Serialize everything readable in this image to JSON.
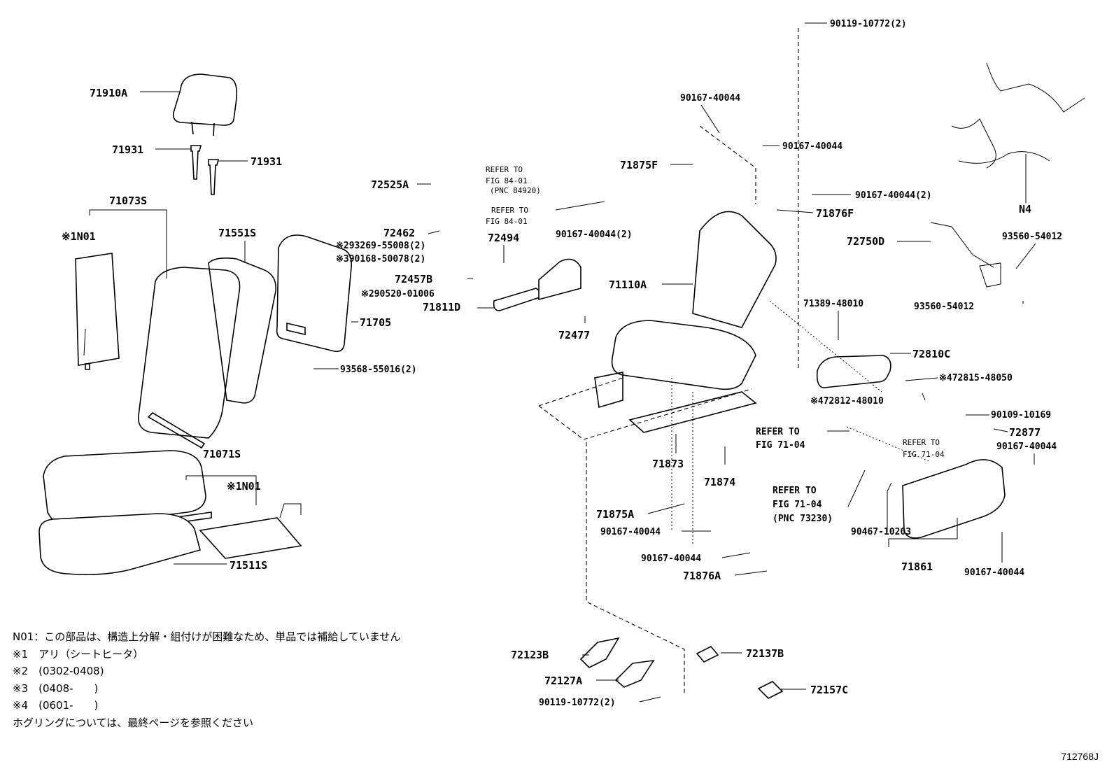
{
  "part_labels": [
    "71910A",
    "71931",
    "71931",
    "71073S",
    "※1N01",
    "71551S",
    "71705",
    "93568-55016(2)",
    "72525A",
    "72462",
    "※293269-55008(2)",
    "※390168-50078(2)",
    "72494",
    "72457B",
    "※290520-01006",
    "71811D",
    "72477",
    "90167-40044(2)",
    "71110A",
    "90167-40044",
    "90167-40044",
    "71875F",
    "90167-40044(2)",
    "71876F",
    "90119-10772(2)",
    "N4",
    "72750D",
    "93560-54012",
    "93560-54012",
    "71389-48010",
    "72810C",
    "※472815-48050",
    "※472812-48010",
    "90109-10169",
    "72877",
    "90167-40044",
    "71873",
    "71874",
    "71875A",
    "90167-40044",
    "90167-40044",
    "71876A",
    "90467-10203",
    "71861",
    "90167-40044",
    "71071S",
    "※1N01",
    "71511S",
    "72123B",
    "72127A",
    "90119-10772(2)",
    "72137B",
    "72157C"
  ],
  "refer_labels": [
    [
      "REFER TO",
      "FIG 84-01",
      "(PNC 84920)"
    ],
    [
      "REFER TO",
      "FIG 84-01"
    ],
    [
      "REFER TO",
      "FIG 71-04"
    ],
    [
      "REFER TO",
      "FIG 71-04"
    ],
    [
      "REFER TO",
      "FIG 71-04",
      "(PNC 73230)"
    ]
  ],
  "notes": [
    "N01：この部品は、構造上分解・組付けが困難なため、単品では補給していません",
    "※1　アリ（シートヒータ）",
    "※2　(0302-0408)",
    "※3　(0408-　　)",
    "※4　(0601-　　)",
    "ホグリングについては、最終ページを参照ください"
  ],
  "figure_code": "712768J"
}
